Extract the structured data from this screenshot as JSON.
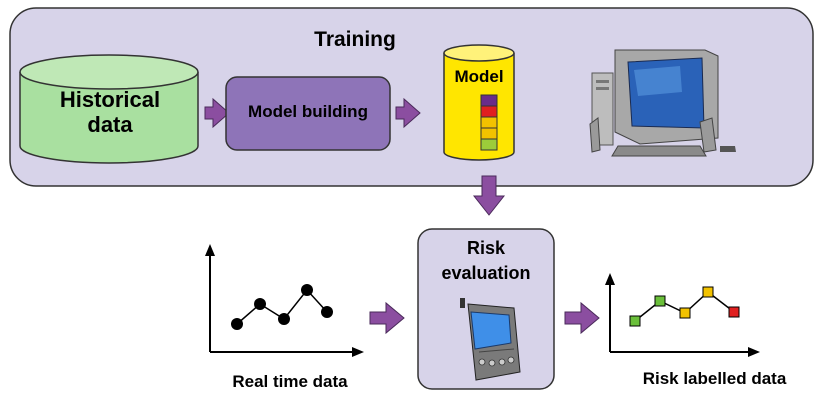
{
  "training": {
    "title": "Training",
    "historical_line1": "Historical",
    "historical_line2": "data",
    "model_building": "Model building",
    "model": "Model"
  },
  "evaluation": {
    "risk_line1": "Risk",
    "risk_line2": "evaluation"
  },
  "inputs": {
    "real_time_data": "Real time data"
  },
  "outputs": {
    "risk_labelled_data": "Risk labelled data",
    "point_colors": [
      "#6abf3a",
      "#6abf3a",
      "#f2c200",
      "#f2c200",
      "#e02020"
    ]
  },
  "colors": {
    "training_panel": "#d7d3e9",
    "historical_cylinder": "#a9e0a0",
    "model_building_box": "#8e74b8",
    "model_cylinder": "#ffe600",
    "arrow": "#8b4ea0",
    "risk_box": "#d7d3e9"
  }
}
